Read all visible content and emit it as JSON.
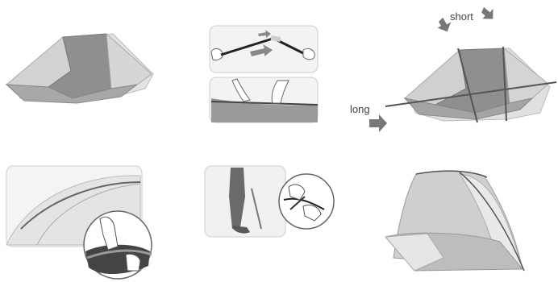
{
  "steps": [
    {
      "id": "step1-tent-laid-flat"
    },
    {
      "id": "step2-pole-assembly"
    },
    {
      "id": "step3-pole-insertion",
      "short_label": "short",
      "long_label": "long"
    },
    {
      "id": "step4-pole-through-sleeve"
    },
    {
      "id": "step5-peg-and-cord"
    },
    {
      "id": "step6-assembled-shelter"
    }
  ],
  "colors": {
    "fabric_light": "#d4d4d4",
    "fabric_mid": "#9a9a9a",
    "fabric_dark": "#7a7a7a",
    "line": "#555555",
    "frame": "#e6e6e6"
  }
}
